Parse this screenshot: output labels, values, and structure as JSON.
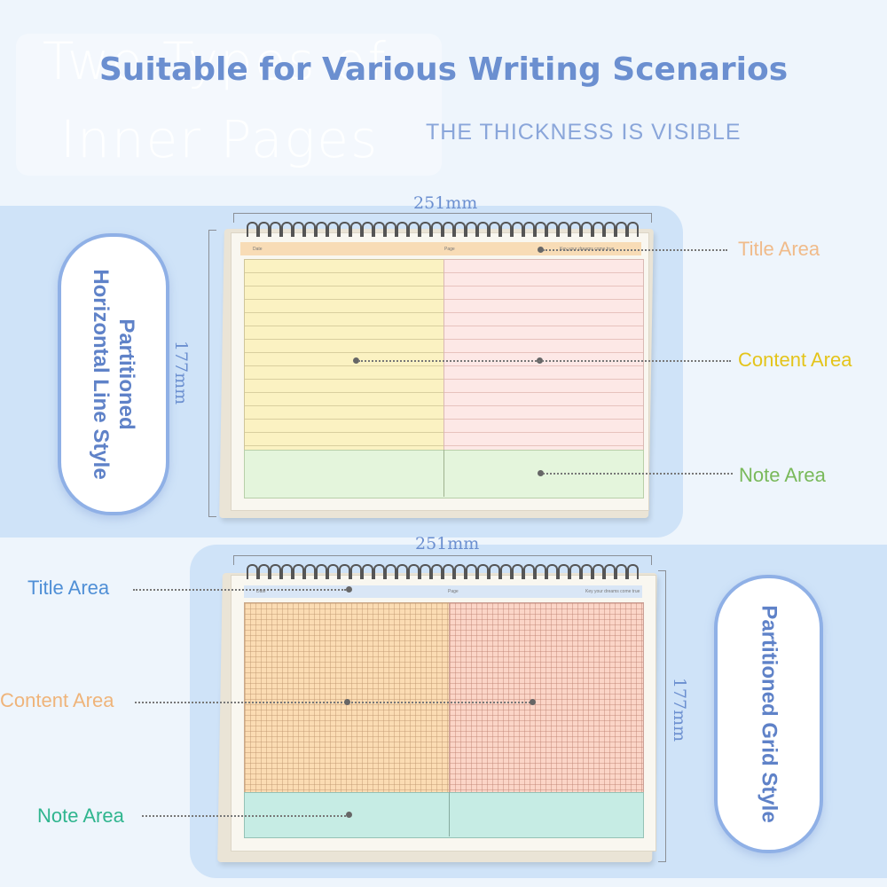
{
  "ghost_title": {
    "line1": "Two Types of",
    "line2": "Inner Pages"
  },
  "headline": "Suitable for Various Writing Scenarios",
  "subheadline": "THE THICKNESS IS VISIBLE",
  "top_notebook": {
    "style_label_line1": "Partitioned",
    "style_label_line2": "Horizontal Line Style",
    "width_label": "251mm",
    "height_label": "177mm",
    "page_fields": {
      "date": "Date",
      "page": "Page",
      "slogan": "Key your dreams come true"
    },
    "callouts": {
      "title": "Title Area",
      "content": "Content Area",
      "note": "Note Area"
    },
    "colors": {
      "title_bar": "#f8dcb6",
      "left_content": "#fbf2c2",
      "right_content": "#fde8e6",
      "note": "#e4f5dc",
      "title_label": "#f0bb8a",
      "content_label": "#e4c41a",
      "note_label": "#79b95a"
    }
  },
  "bottom_notebook": {
    "style_label": "Partitioned Grid Style",
    "width_label": "251mm",
    "height_label": "177mm",
    "page_fields": {
      "date": "Date",
      "page": "Page",
      "slogan": "Key your dreams come true"
    },
    "callouts": {
      "title": "Title Area",
      "content": "Content Area",
      "note": "Note Area"
    },
    "colors": {
      "title_bar": "#d9e6f6",
      "left_content": "#fbdcb3",
      "right_content": "#fbd5c7",
      "note": "#c6ece4",
      "title_label": "#4f8fd6",
      "content_label": "#efb47a",
      "note_label": "#2fb58e"
    }
  }
}
